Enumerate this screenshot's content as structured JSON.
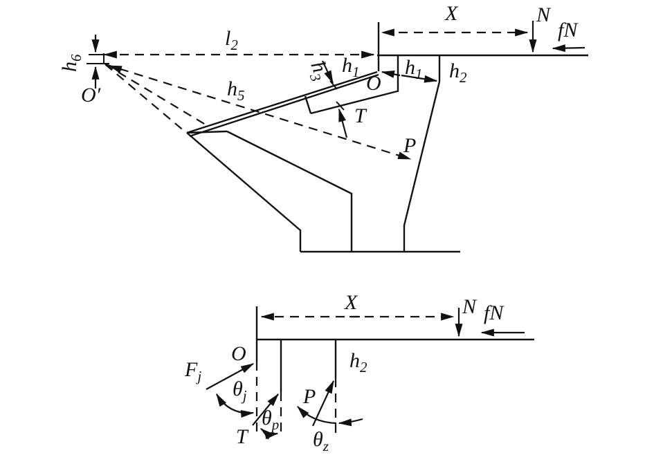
{
  "figure_top": {
    "labels": {
      "l2": {
        "main": "l",
        "sub": "2"
      },
      "X": {
        "main": "X"
      },
      "N": {
        "main": "N"
      },
      "fN": {
        "main": "fN"
      },
      "h6": {
        "main": "h",
        "sub": "6"
      },
      "O_prime": {
        "main": "O′"
      },
      "h5": {
        "main": "h",
        "sub": "5"
      },
      "h3": {
        "main": "h",
        "sub": "3"
      },
      "h1_left": {
        "main": "h",
        "sub": "1"
      },
      "O": {
        "main": "O"
      },
      "h1_right": {
        "main": "h",
        "sub": "1"
      },
      "h2": {
        "main": "h",
        "sub": "2"
      },
      "T": {
        "main": "T"
      },
      "P": {
        "main": "P"
      }
    }
  },
  "figure_bottom": {
    "labels": {
      "X": {
        "main": "X"
      },
      "N": {
        "main": "N"
      },
      "fN": {
        "main": "fN"
      },
      "O": {
        "main": "O"
      },
      "F_j": {
        "main": "F",
        "sub": "j"
      },
      "theta_j": {
        "main": "θ",
        "sub": "j"
      },
      "theta_p": {
        "main": "θ",
        "sub": "p"
      },
      "T": {
        "main": "T"
      },
      "P": {
        "main": "P"
      },
      "theta_z": {
        "main": "θ",
        "sub": "z"
      },
      "h2": {
        "main": "h",
        "sub": "2"
      }
    }
  },
  "colors": {
    "ink": "#111111",
    "background": "#ffffff"
  }
}
